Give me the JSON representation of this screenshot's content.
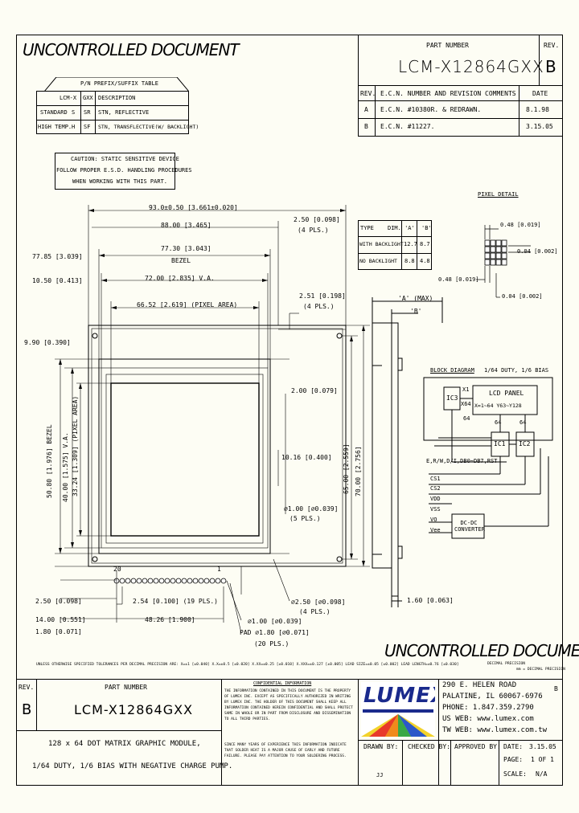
{
  "header": {
    "watermark_top": "UNCONTROLLED DOCUMENT",
    "watermark_bottom": "UNCONTROLLED DOCUMENT",
    "part_number_label": "PART NUMBER",
    "part_number": "LCM-X12864GXX",
    "rev_label": "REV.",
    "rev_value": "B"
  },
  "revision_table": {
    "headers": [
      "REV.",
      "E.C.N. NUMBER AND REVISION COMMENTS",
      "DATE"
    ],
    "rows": [
      {
        "rev": "A",
        "comment": "E.C.N. #10380R. & REDRAWN.",
        "date": "8.1.98"
      },
      {
        "rev": "B",
        "comment": "E.C.N. #11227.",
        "date": "3.15.05"
      }
    ]
  },
  "prefix_table": {
    "title": "P/N PREFIX/SUFFIX TABLE",
    "headers": [
      "LCM-X",
      "GXX",
      "DESCRIPTION"
    ],
    "rows": [
      {
        "col1": "STANDARD",
        "col2": "S",
        "col3": "SR",
        "col4": "STN, REFLECTIVE"
      },
      {
        "col1": "HIGH TEMP.",
        "col2": "H",
        "col3": "SF",
        "col4": "STN, TRANSFLECTIVE(W/ BACKLIGHT)"
      }
    ]
  },
  "caution": {
    "line1": "CAUTION: STATIC SENSITIVE DEVICE",
    "line2": "FOLLOW PROPER E.S.D. HANDLING PROCEDURES",
    "line3": "WHEN WORKING WITH THIS PART."
  },
  "type_table": {
    "headers": [
      "TYPE",
      "DIM. 'A'",
      "'B'"
    ],
    "rows": [
      {
        "type": "WITH BACKLIGHT",
        "a": "12.7",
        "b": "8.7"
      },
      {
        "type": "NO BACKLIGHT",
        "a": "8.8",
        "b": "4.8"
      }
    ]
  },
  "pixel_detail": {
    "title": "PIXEL DETAIL",
    "dim1": "0.48 [0.019]",
    "dim2": "0.04 [0.002]",
    "dim3": "0.48 [0.019]",
    "dim4": "0.04 [0.002]"
  },
  "dimensions": {
    "overall_width": "93.0±0.50 [3.661±0.020]",
    "d88": "88.00 [3.465]",
    "d250_4pls": "2.50 [0.098]",
    "d4pls": "(4 PLS.)",
    "d7785": "77.85 [3.039]",
    "d7730": "77.30 [3.043]",
    "bezel": "BEZEL",
    "d1050": "10.50 [0.413]",
    "d72va": "72.00 [2.835] V.A.",
    "d6652": "66.52 [2.619] (PIXEL AREA)",
    "d990": "9.90 [0.390]",
    "d251": "2.51 [0.198]",
    "d251_4pls": "(4 PLS.)",
    "dim_a": "'A' (MAX)",
    "dim_b": "'B'",
    "d200": "2.00 [0.079]",
    "d5080": "50.80 [1.976] BEZEL",
    "d40va": "40.00 [1.575] V.A.",
    "d3324": "33.24 [1.309] (PIXEL AREA)",
    "d1016": "10.16 [0.400]",
    "d65": "65.00 [2.559]",
    "d70": "70.00 [2.756]",
    "hole100": "⌀1.00 [⌀0.039]",
    "hole_5pls": "(5 PLS.)",
    "pin20": "20",
    "pin1": "1",
    "d250_bottom": "2.50 [0.098]",
    "d254": "2.54 [0.100] (19 PLS.)",
    "hole250": "⌀2.50 [⌀0.098]",
    "hole250_pls": "(4 PLS.)",
    "d1400": "14.00 [0.551]",
    "d4826": "48.26 [1.900]",
    "d180": "1.80 [0.071]",
    "d100_pin": "⌀1.00 [⌀0.039]",
    "pad": "PAD ⌀1.80 [⌀0.071]",
    "pad_pls": "(20 PLS.)",
    "d160": "1.60 [0.063]"
  },
  "block_diagram": {
    "title": "BLOCK DIAGRAM",
    "subtitle": "1/64 DUTY, 1/6 BIAS",
    "lcd": "LCD PANEL",
    "lcd_sub": "X=1~64 Y63~Y128",
    "ic1": "IC1",
    "ic2": "IC2",
    "ic3": "IC3",
    "n64a": "64",
    "n64b": "64",
    "n64c": "64",
    "x1": "X1",
    "x64": "X64",
    "bus": "E,R/W,D/I,DB0~DB7,RST",
    "signals": [
      "CS1",
      "CS2",
      "VDD",
      "VSS",
      "VO",
      "Vee"
    ],
    "dcdc": "DC-DC CONVERTER"
  },
  "tolerances": "UNLESS OTHERWISE SPECIFIED TOLERANCES PER DECIMAL PRECISION ARE: X=±1 [±0.040]  X.X=±0.5 [±0.020]  X.XX=±0.25 [±0.010]  X.XXX=±0.127 [±0.005]  LEAD SIZE=±0.05 [±0.002]  LEAD LENGTH=±0.76 [±0.030]",
  "tol_right1": "DECIMAL PRECISION",
  "tol_right2": "mm = DECIMAL PRECISION",
  "title_block": {
    "rev_label": "REV.",
    "rev": "B",
    "pn_label": "PART NUMBER",
    "pn": "LCM-X12864GXX",
    "desc1": "128 x 64 DOT MATRIX GRAPHIC MODULE,",
    "desc2": "1/64 DUTY, 1/6 BIAS WITH NEGATIVE CHARGE PUMP.",
    "conf_title": "CONFIDENTIAL INFORMATION",
    "conf_text": "THE INFORMATION CONTAINED IN THIS DOCUMENT IS THE PROPERTY OF LUMEX INC. EXCEPT AS SPECIFICALLY AUTHORIZED IN WRITING BY LUMEX INC. THE HOLDER OF THIS DOCUMENT SHALL KEEP ALL INFORMATION CONTAINED HEREIN CONFIDENTIAL AND SHALL PROTECT SAME IN WHOLE OR IN PART FROM DISCLOSURE AND DISSEMINATION TO ALL THIRD PARTIES.",
    "notice_text": "SINCE MANY YEARS OF EXPERIENCE THIS INFORMATION INDICATE THAT SOLDER HEAT IS A MAJOR CAUSE OF EARLY AND FUTURE FAILURE. PLEASE PAY ATTENTION TO YOUR SOLDERING PROCESS.",
    "logo": "LUMEX",
    "addr1": "290 E. HELEN ROAD",
    "addr2": "PALATINE, IL 60067-6976",
    "addr3": "PHONE: 1.847.359.2790",
    "addr4": "US WEB: www.lumex.com",
    "addr5": "TW WEB: www.lumex.com.tw",
    "drawn_label": "DRAWN BY:",
    "drawn": "JJ",
    "checked_label": "CHECKED BY:",
    "approved_label": "APPROVED BY:",
    "date_label": "DATE:",
    "date": "3.15.05",
    "page_label": "PAGE:",
    "page": "1 OF 1",
    "scale_label": "SCALE:",
    "scale": "N/A",
    "corner": "B"
  }
}
